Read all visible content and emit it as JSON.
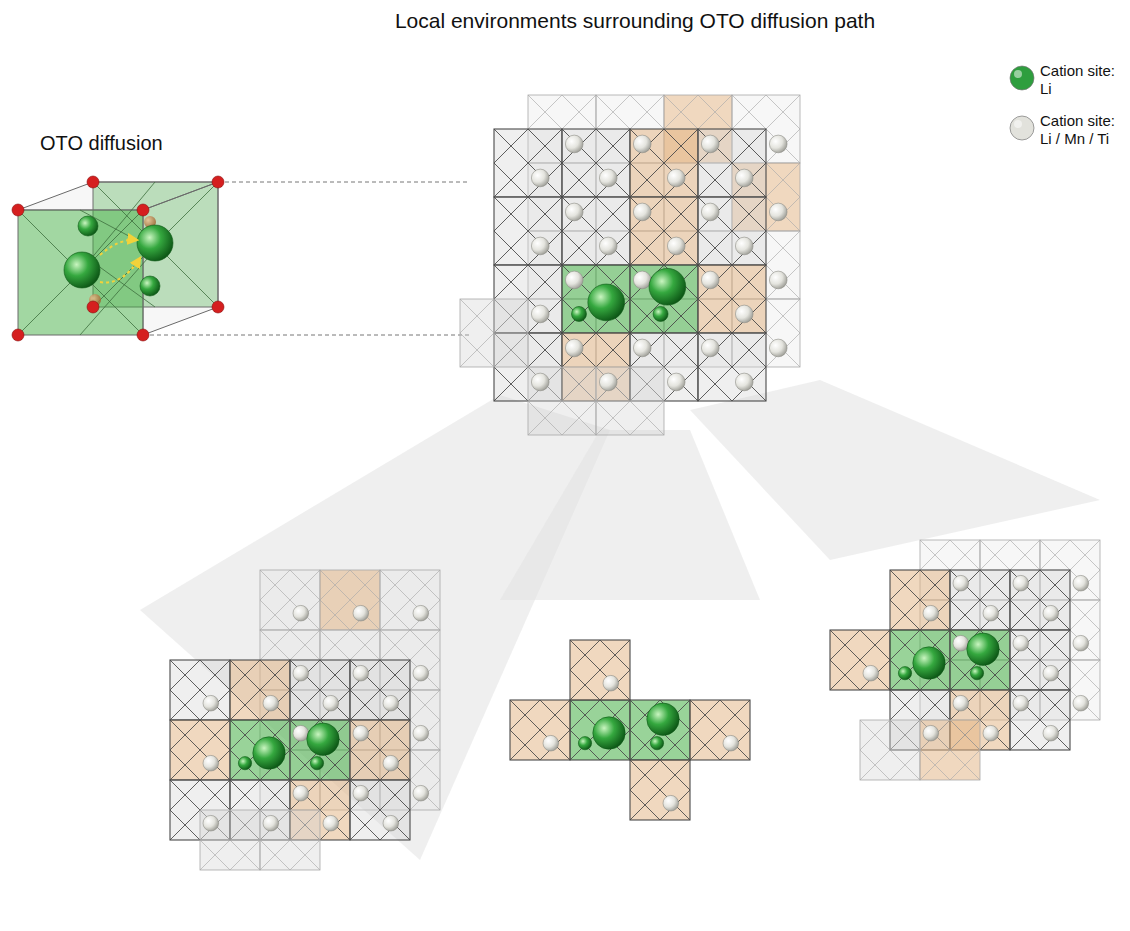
{
  "diagram": {
    "title": "Local environments surrounding OTO diffusion path",
    "labels": [
      "OTO diffusion"
    ],
    "legend": [
      {
        "text": "Cation site: Li",
        "color": "#2e9e3e"
      },
      {
        "text": "Cation site: Li / Mn / Ti",
        "color": "#e2e2dc"
      }
    ]
  }
}
